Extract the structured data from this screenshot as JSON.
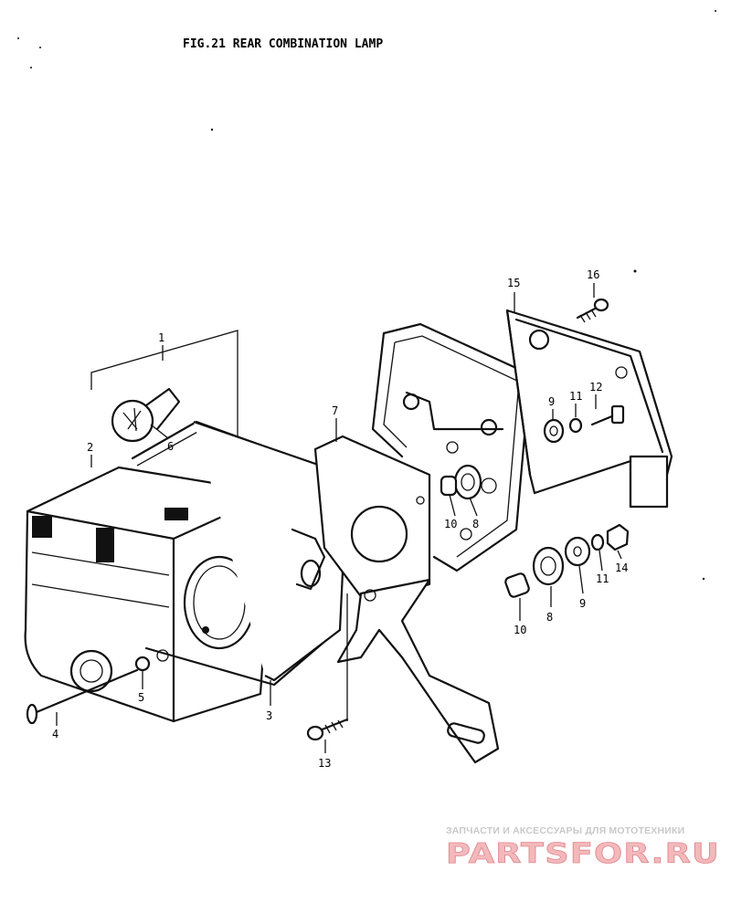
{
  "title": "FIG.21 REAR COMBINATION LAMP",
  "callouts": [
    {
      "id": "c1",
      "label": "1"
    },
    {
      "id": "c2",
      "label": "2"
    },
    {
      "id": "c3",
      "label": "3"
    },
    {
      "id": "c4",
      "label": "4"
    },
    {
      "id": "c5",
      "label": "5"
    },
    {
      "id": "c6",
      "label": "6"
    },
    {
      "id": "c7",
      "label": "7"
    },
    {
      "id": "c8a",
      "label": "8"
    },
    {
      "id": "c8b",
      "label": "8"
    },
    {
      "id": "c9a",
      "label": "9"
    },
    {
      "id": "c9b",
      "label": "9"
    },
    {
      "id": "c10a",
      "label": "10"
    },
    {
      "id": "c10b",
      "label": "10"
    },
    {
      "id": "c11a",
      "label": "11"
    },
    {
      "id": "c11b",
      "label": "11"
    },
    {
      "id": "c12",
      "label": "12"
    },
    {
      "id": "c13",
      "label": "13"
    },
    {
      "id": "c14",
      "label": "14"
    },
    {
      "id": "c15",
      "label": "15"
    },
    {
      "id": "c16",
      "label": "16"
    }
  ],
  "watermark": {
    "tagline": "ЗАПЧАСТИ И АКСЕССУАРЫ ДЛЯ МОТОТЕХНИКИ",
    "brand": "PARTSFOR.RU",
    "color": "#e38a8f"
  }
}
